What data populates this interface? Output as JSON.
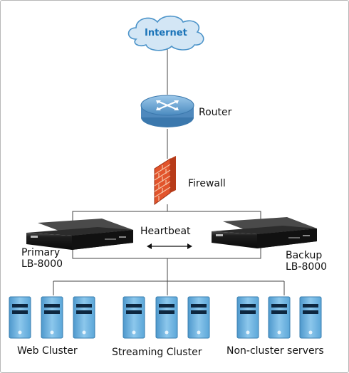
{
  "internet": {
    "label": "Internet"
  },
  "router": {
    "label": "Router"
  },
  "firewall": {
    "label": "Firewall"
  },
  "heartbeat": {
    "label": "Heartbeat"
  },
  "primary": {
    "line1": "Primary",
    "line2": "LB-8000"
  },
  "backup": {
    "line1": "Backup",
    "line2": "LB-8000"
  },
  "clusters": {
    "web": {
      "label": "Web Cluster"
    },
    "streaming": {
      "label": "Streaming Cluster"
    },
    "noncluster": {
      "label": "Non-cluster servers"
    }
  },
  "colors": {
    "cloud_fill": "#cfe3f3",
    "router_fill": "#7aaed6",
    "firewall_brick": "#e0522b",
    "server_fill": "#6eb3de",
    "lb_body": "#1c1c1c",
    "line": "#444444"
  }
}
